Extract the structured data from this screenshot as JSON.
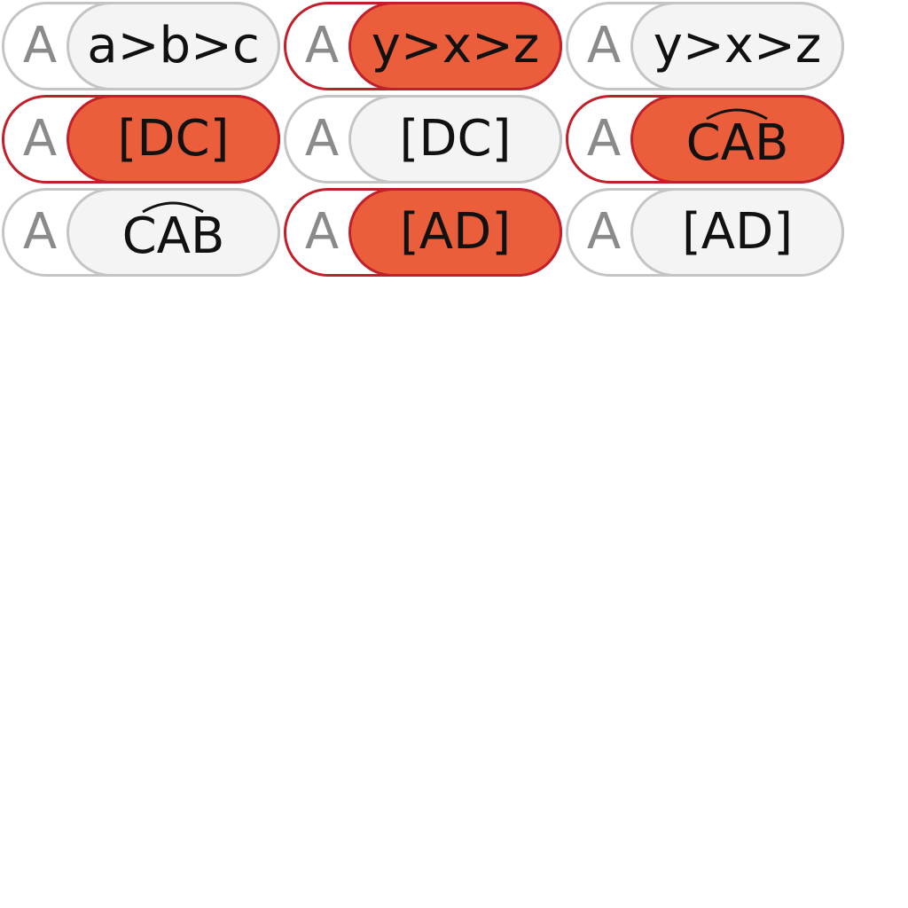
{
  "options": [
    {
      "letter": "A",
      "label": "a>b>c",
      "selected": false,
      "arc": false
    },
    {
      "letter": "A",
      "label": "y>x>z",
      "selected": true,
      "arc": false
    },
    {
      "letter": "A",
      "label": "y>x>z",
      "selected": false,
      "arc": false
    },
    {
      "letter": "A",
      "label": "[DC]",
      "selected": true,
      "arc": false
    },
    {
      "letter": "A",
      "label": "[DC]",
      "selected": false,
      "arc": false
    },
    {
      "letter": "A",
      "label": "CAB",
      "selected": true,
      "arc": true
    },
    {
      "letter": "A",
      "label": "CAB",
      "selected": false,
      "arc": true
    },
    {
      "letter": "A",
      "label": "[AD]",
      "selected": true,
      "arc": false
    },
    {
      "letter": "A",
      "label": "[AD]",
      "selected": false,
      "arc": false
    }
  ],
  "colors": {
    "selected_fill": "#eb5e3c",
    "selected_border": "#c21f2a",
    "unselected_fill": "#f4f4f4",
    "unselected_border": "#c4c4c4",
    "letter_color": "#8a8a8a"
  },
  "icons": {
    "arc": "arc-icon"
  }
}
